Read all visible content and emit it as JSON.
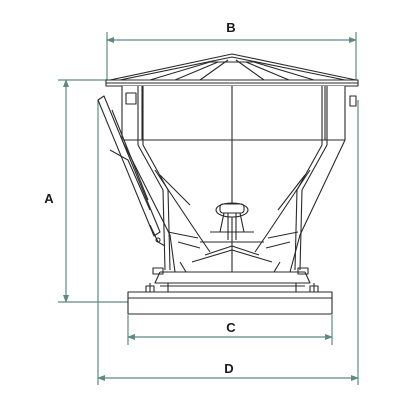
{
  "dimensions": {
    "height_label": "A",
    "top_width_label": "B",
    "base_width_label": "C",
    "overall_width_label": "D"
  },
  "colors": {
    "dimension_line": "#5f8a80",
    "drawing_line": "#2a2a2a",
    "background": "#ffffff"
  }
}
